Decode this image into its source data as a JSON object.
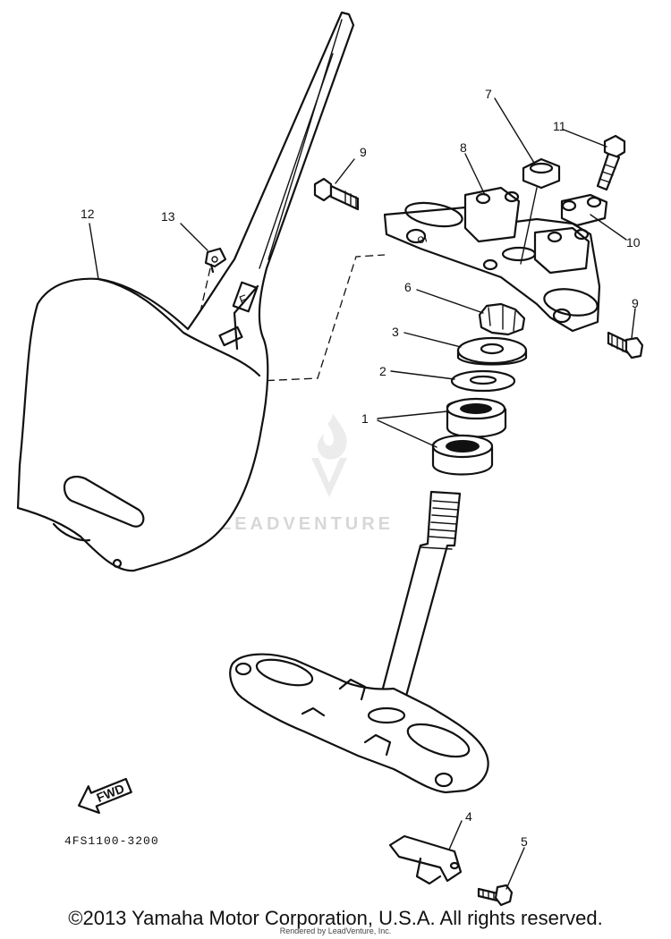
{
  "diagram": {
    "callouts": [
      {
        "id": "1",
        "text": "1"
      },
      {
        "id": "2",
        "text": "2"
      },
      {
        "id": "3",
        "text": "3"
      },
      {
        "id": "4",
        "text": "4"
      },
      {
        "id": "5",
        "text": "5"
      },
      {
        "id": "6",
        "text": "6"
      },
      {
        "id": "7",
        "text": "7"
      },
      {
        "id": "8",
        "text": "8"
      },
      {
        "id": "9a",
        "text": "9"
      },
      {
        "id": "9b",
        "text": "9"
      },
      {
        "id": "10",
        "text": "10"
      },
      {
        "id": "11",
        "text": "11"
      },
      {
        "id": "12",
        "text": "12"
      },
      {
        "id": "13",
        "text": "13"
      }
    ],
    "fwd_label": "FWD",
    "diagram_code": "4FS1100-3200",
    "watermark": "LEADVENTURE",
    "number_plate_mark": "F"
  },
  "footer": {
    "copyright": "©2013 Yamaha Motor Corporation, U.S.A. All rights reserved.",
    "rendered_by": "Rendered by LeadVenture, Inc."
  },
  "colors": {
    "ink": "#111111",
    "background": "#ffffff",
    "watermark": "#d7d7d7"
  }
}
